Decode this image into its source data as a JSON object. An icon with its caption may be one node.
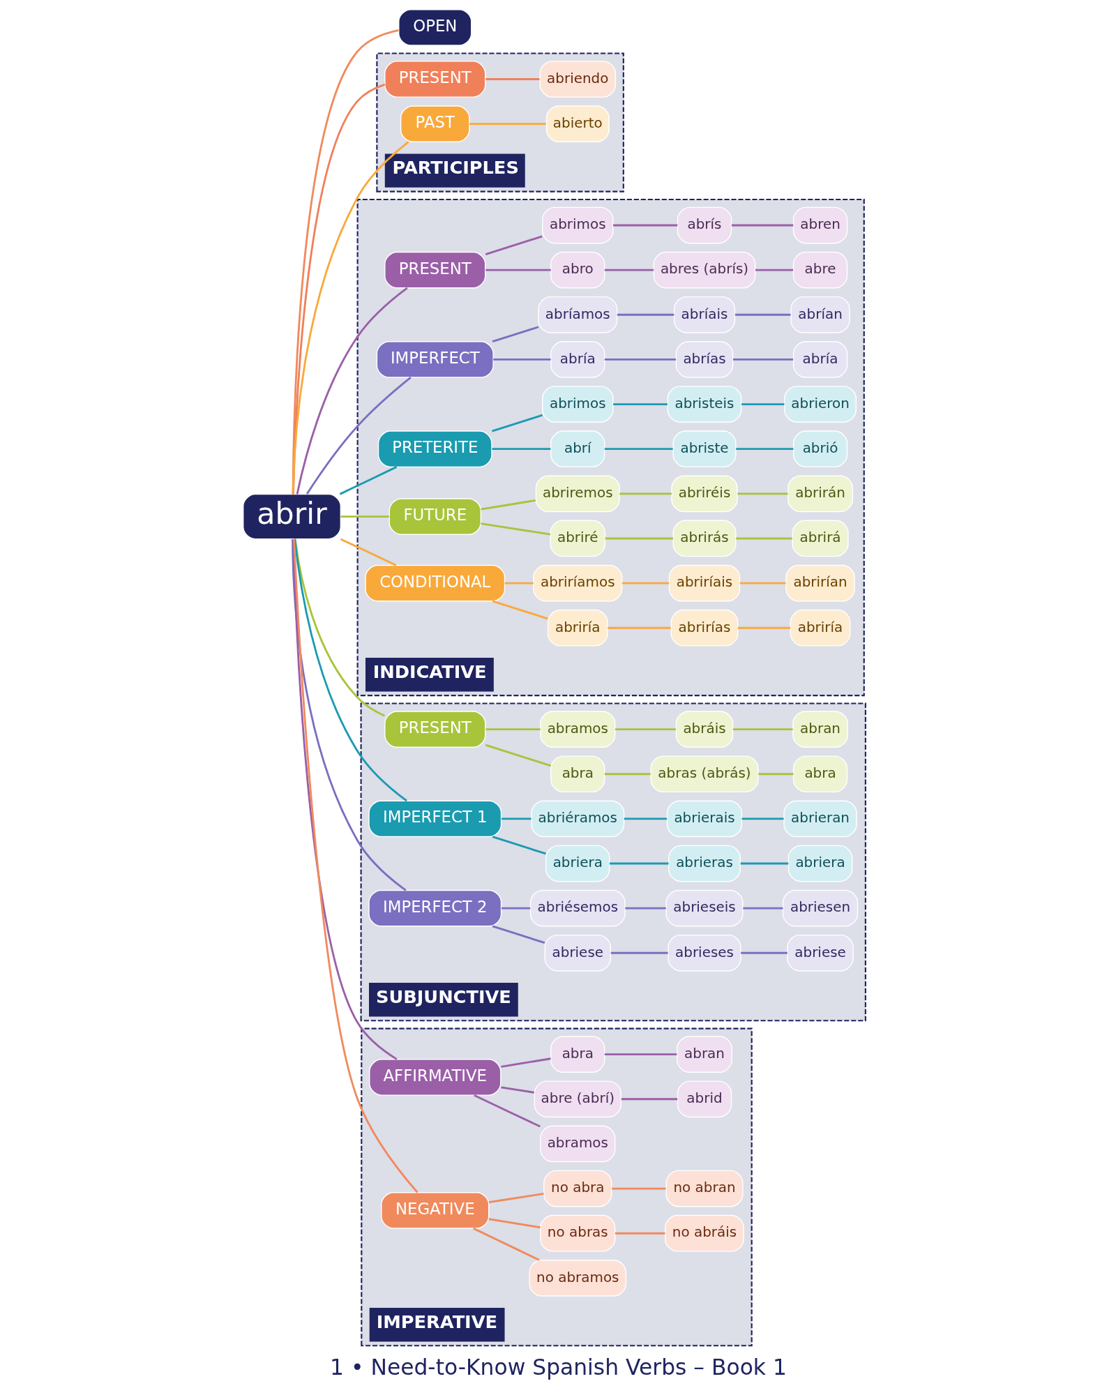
{
  "diagram": {
    "caption": "1 • Need-to-Know Spanish Verbs – Book 1",
    "nodes": [
      {
        "text": [
          "abrir"
        ]
      },
      {
        "text": [
          "OPEN"
        ]
      },
      {
        "text": [
          "PARTICIPLES"
        ]
      },
      {
        "text": [
          "PRESENT"
        ],
        "in": 2
      },
      {
        "text": [
          "abriendo"
        ],
        "in": 2
      },
      {
        "text": [
          "PAST"
        ],
        "in": 2
      },
      {
        "text": [
          "abierto"
        ],
        "in": 2
      },
      {
        "text": [
          "INDICATIVE"
        ]
      },
      {
        "text": [
          "PRESENT"
        ],
        "in": 7
      },
      {
        "text": [
          "abro"
        ],
        "in": 7
      },
      {
        "text": [
          "abrimos"
        ],
        "in": 7
      },
      {
        "text": [
          "abres (abrís)"
        ],
        "in": 7
      },
      {
        "text": [
          "abrís"
        ],
        "in": 7
      },
      {
        "text": [
          "abre"
        ],
        "in": 7
      },
      {
        "text": [
          "abren"
        ],
        "in": 7
      },
      {
        "text": [
          "IMPERFECT"
        ],
        "in": 7
      },
      {
        "text": [
          "abría"
        ],
        "in": 7
      },
      {
        "text": [
          "abríamos"
        ],
        "in": 7
      },
      {
        "text": [
          "abrías"
        ],
        "in": 7
      },
      {
        "text": [
          "abríais"
        ],
        "in": 7
      },
      {
        "text": [
          "abría"
        ],
        "in": 7
      },
      {
        "text": [
          "abrían"
        ],
        "in": 7
      },
      {
        "text": [
          "PRETERITE"
        ],
        "in": 7
      },
      {
        "text": [
          "abrí"
        ],
        "in": 7
      },
      {
        "text": [
          "abrimos"
        ],
        "in": 7
      },
      {
        "text": [
          "abriste"
        ],
        "in": 7
      },
      {
        "text": [
          "abristeis"
        ],
        "in": 7
      },
      {
        "text": [
          "abrió"
        ],
        "in": 7
      },
      {
        "text": [
          "abrieron"
        ],
        "in": 7
      },
      {
        "text": [
          "FUTURE"
        ],
        "in": 7
      },
      {
        "text": [
          "abriré"
        ],
        "in": 7
      },
      {
        "text": [
          "abriremos"
        ],
        "in": 7
      },
      {
        "text": [
          "abrirás"
        ],
        "in": 7
      },
      {
        "text": [
          "abriréis"
        ],
        "in": 7
      },
      {
        "text": [
          "abrirá"
        ],
        "in": 7
      },
      {
        "text": [
          "abrirán"
        ],
        "in": 7
      },
      {
        "text": [
          "CONDITIONAL"
        ],
        "in": 7
      },
      {
        "text": [
          "abriría"
        ],
        "in": 7
      },
      {
        "text": [
          "abriríamos"
        ],
        "in": 7
      },
      {
        "text": [
          "abrirías"
        ],
        "in": 7
      },
      {
        "text": [
          "abriríais"
        ],
        "in": 7
      },
      {
        "text": [
          "abriría"
        ],
        "in": 7
      },
      {
        "text": [
          "abrirían"
        ],
        "in": 7
      },
      {
        "text": [
          "SUBJUNCTIVE"
        ]
      },
      {
        "text": [
          "PRESENT"
        ],
        "in": 43
      },
      {
        "text": [
          "abra"
        ],
        "in": 43
      },
      {
        "text": [
          "abramos"
        ],
        "in": 43
      },
      {
        "text": [
          "abras (abrás)"
        ],
        "in": 43
      },
      {
        "text": [
          "abráis"
        ],
        "in": 43
      },
      {
        "text": [
          "abra"
        ],
        "in": 43
      },
      {
        "text": [
          "abran"
        ],
        "in": 43
      },
      {
        "text": [
          "IMPERFECT 1"
        ],
        "in": 43
      },
      {
        "text": [
          "abriera"
        ],
        "in": 43
      },
      {
        "text": [
          "abriéramos"
        ],
        "in": 43
      },
      {
        "text": [
          "abrieras"
        ],
        "in": 43
      },
      {
        "text": [
          "abrierais"
        ],
        "in": 43
      },
      {
        "text": [
          "abriera"
        ],
        "in": 43
      },
      {
        "text": [
          "abrieran"
        ],
        "in": 43
      },
      {
        "text": [
          "IMPERFECT 2"
        ],
        "in": 43
      },
      {
        "text": [
          "abriese"
        ],
        "in": 43
      },
      {
        "text": [
          "abriésemos"
        ],
        "in": 43
      },
      {
        "text": [
          "abrieses"
        ],
        "in": 43
      },
      {
        "text": [
          "abrieseis"
        ],
        "in": 43
      },
      {
        "text": [
          "abriese"
        ],
        "in": 43
      },
      {
        "text": [
          "abriesen"
        ],
        "in": 43
      },
      {
        "text": [
          "IMPERATIVE"
        ]
      },
      {
        "text": [
          "AFFIRMATIVE"
        ],
        "in": 65
      },
      {
        "text": [
          "abramos"
        ],
        "in": 65
      },
      {
        "text": [
          "abre (abrí)"
        ],
        "in": 65
      },
      {
        "text": [
          "abrid"
        ],
        "in": 65
      },
      {
        "text": [
          "abra"
        ],
        "in": 65
      },
      {
        "text": [
          "abran"
        ],
        "in": 65
      },
      {
        "text": [
          "NEGATIVE"
        ],
        "in": 65
      },
      {
        "text": [
          "no abramos"
        ],
        "in": 65
      },
      {
        "text": [
          "no abras"
        ],
        "in": 65
      },
      {
        "text": [
          "no abráis"
        ],
        "in": 65
      },
      {
        "text": [
          "no abra"
        ],
        "in": 65
      },
      {
        "text": [
          "no abran"
        ],
        "in": 65
      }
    ],
    "edges": [
      {
        "from": 0,
        "to": 1,
        "arrow": "none",
        "color": "#f08a5d"
      },
      {
        "from": 0,
        "to": 3,
        "arrow": "none",
        "color": "#f0805a"
      },
      {
        "from": 0,
        "to": 5,
        "arrow": "none",
        "color": "#f9a93a"
      },
      {
        "from": 0,
        "to": 8,
        "arrow": "none",
        "color": "#9b5fa8"
      },
      {
        "from": 0,
        "to": 15,
        "arrow": "none",
        "color": "#7a6fc0"
      },
      {
        "from": 0,
        "to": 22,
        "arrow": "none",
        "color": "#1a9bb0"
      },
      {
        "from": 0,
        "to": 29,
        "arrow": "none",
        "color": "#a8c43a"
      },
      {
        "from": 0,
        "to": 36,
        "arrow": "none",
        "color": "#f9a93a"
      },
      {
        "from": 0,
        "to": 44,
        "arrow": "none",
        "color": "#a8c43a"
      },
      {
        "from": 0,
        "to": 51,
        "arrow": "none",
        "color": "#1a9bb0"
      },
      {
        "from": 0,
        "to": 58,
        "arrow": "none",
        "color": "#7a6fc0"
      },
      {
        "from": 0,
        "to": 66,
        "arrow": "none",
        "color": "#9b5fa8"
      },
      {
        "from": 0,
        "to": 72,
        "arrow": "none",
        "color": "#f08a5d"
      },
      {
        "from": 3,
        "to": 4,
        "arrow": "none",
        "color": "#f0805a"
      },
      {
        "from": 5,
        "to": 6,
        "arrow": "none",
        "color": "#f9a93a"
      },
      {
        "from": 8,
        "to": 9,
        "arrow": "none",
        "color": "#9b5fa8"
      },
      {
        "from": 9,
        "to": 11,
        "arrow": "none",
        "color": "#9b5fa8"
      },
      {
        "from": 11,
        "to": 13,
        "arrow": "none",
        "color": "#9b5fa8"
      },
      {
        "from": 8,
        "to": 10,
        "arrow": "none",
        "color": "#9b5fa8"
      },
      {
        "from": 10,
        "to": 12,
        "arrow": "none",
        "color": "#9b5fa8"
      },
      {
        "from": 12,
        "to": 14,
        "arrow": "none",
        "color": "#9b5fa8"
      },
      {
        "from": 15,
        "to": 16,
        "arrow": "none",
        "color": "#7a6fc0"
      },
      {
        "from": 16,
        "to": 18,
        "arrow": "none",
        "color": "#7a6fc0"
      },
      {
        "from": 18,
        "to": 20,
        "arrow": "none",
        "color": "#7a6fc0"
      },
      {
        "from": 15,
        "to": 17,
        "arrow": "none",
        "color": "#7a6fc0"
      },
      {
        "from": 17,
        "to": 19,
        "arrow": "none",
        "color": "#7a6fc0"
      },
      {
        "from": 19,
        "to": 21,
        "arrow": "none",
        "color": "#7a6fc0"
      },
      {
        "from": 22,
        "to": 23,
        "arrow": "none",
        "color": "#1a9bb0"
      },
      {
        "from": 23,
        "to": 25,
        "arrow": "none",
        "color": "#1a9bb0"
      },
      {
        "from": 25,
        "to": 27,
        "arrow": "none",
        "color": "#1a9bb0"
      },
      {
        "from": 22,
        "to": 24,
        "arrow": "none",
        "color": "#1a9bb0"
      },
      {
        "from": 24,
        "to": 26,
        "arrow": "none",
        "color": "#1a9bb0"
      },
      {
        "from": 26,
        "to": 28,
        "arrow": "none",
        "color": "#1a9bb0"
      },
      {
        "from": 29,
        "to": 30,
        "arrow": "none",
        "color": "#a8c43a"
      },
      {
        "from": 30,
        "to": 32,
        "arrow": "none",
        "color": "#a8c43a"
      },
      {
        "from": 32,
        "to": 34,
        "arrow": "none",
        "color": "#a8c43a"
      },
      {
        "from": 29,
        "to": 31,
        "arrow": "none",
        "color": "#a8c43a"
      },
      {
        "from": 31,
        "to": 33,
        "arrow": "none",
        "color": "#a8c43a"
      },
      {
        "from": 33,
        "to": 35,
        "arrow": "none",
        "color": "#a8c43a"
      },
      {
        "from": 36,
        "to": 37,
        "arrow": "none",
        "color": "#f9a93a"
      },
      {
        "from": 37,
        "to": 39,
        "arrow": "none",
        "color": "#f9a93a"
      },
      {
        "from": 39,
        "to": 41,
        "arrow": "none",
        "color": "#f9a93a"
      },
      {
        "from": 36,
        "to": 38,
        "arrow": "none",
        "color": "#f9a93a"
      },
      {
        "from": 38,
        "to": 40,
        "arrow": "none",
        "color": "#f9a93a"
      },
      {
        "from": 40,
        "to": 42,
        "arrow": "none",
        "color": "#f9a93a"
      },
      {
        "from": 44,
        "to": 45,
        "arrow": "none",
        "color": "#a8c43a"
      },
      {
        "from": 45,
        "to": 47,
        "arrow": "none",
        "color": "#a8c43a"
      },
      {
        "from": 47,
        "to": 49,
        "arrow": "none",
        "color": "#a8c43a"
      },
      {
        "from": 44,
        "to": 46,
        "arrow": "none",
        "color": "#a8c43a"
      },
      {
        "from": 46,
        "to": 48,
        "arrow": "none",
        "color": "#a8c43a"
      },
      {
        "from": 48,
        "to": 50,
        "arrow": "none",
        "color": "#a8c43a"
      },
      {
        "from": 51,
        "to": 52,
        "arrow": "none",
        "color": "#1a9bb0"
      },
      {
        "from": 52,
        "to": 54,
        "arrow": "none",
        "color": "#1a9bb0"
      },
      {
        "from": 54,
        "to": 56,
        "arrow": "none",
        "color": "#1a9bb0"
      },
      {
        "from": 51,
        "to": 53,
        "arrow": "none",
        "color": "#1a9bb0"
      },
      {
        "from": 53,
        "to": 55,
        "arrow": "none",
        "color": "#1a9bb0"
      },
      {
        "from": 55,
        "to": 57,
        "arrow": "none",
        "color": "#1a9bb0"
      },
      {
        "from": 58,
        "to": 59,
        "arrow": "none",
        "color": "#7a6fc0"
      },
      {
        "from": 59,
        "to": 61,
        "arrow": "none",
        "color": "#7a6fc0"
      },
      {
        "from": 61,
        "to": 63,
        "arrow": "none",
        "color": "#7a6fc0"
      },
      {
        "from": 58,
        "to": 60,
        "arrow": "none",
        "color": "#7a6fc0"
      },
      {
        "from": 60,
        "to": 62,
        "arrow": "none",
        "color": "#7a6fc0"
      },
      {
        "from": 62,
        "to": 64,
        "arrow": "none",
        "color": "#7a6fc0"
      },
      {
        "from": 66,
        "to": 67,
        "arrow": "none",
        "color": "#9b5fa8"
      },
      {
        "from": 66,
        "to": 68,
        "arrow": "none",
        "color": "#9b5fa8"
      },
      {
        "from": 68,
        "to": 69,
        "arrow": "none",
        "color": "#9b5fa8"
      },
      {
        "from": 66,
        "to": 70,
        "arrow": "none",
        "color": "#9b5fa8"
      },
      {
        "from": 70,
        "to": 71,
        "arrow": "none",
        "color": "#9b5fa8"
      },
      {
        "from": 72,
        "to": 73,
        "arrow": "none",
        "color": "#f08a5d"
      },
      {
        "from": 72,
        "to": 74,
        "arrow": "none",
        "color": "#f08a5d"
      },
      {
        "from": 74,
        "to": 75,
        "arrow": "none",
        "color": "#f08a5d"
      },
      {
        "from": 72,
        "to": 76,
        "arrow": "none",
        "color": "#f08a5d"
      },
      {
        "from": 76,
        "to": 77,
        "arrow": "none",
        "color": "#f08a5d"
      }
    ]
  }
}
